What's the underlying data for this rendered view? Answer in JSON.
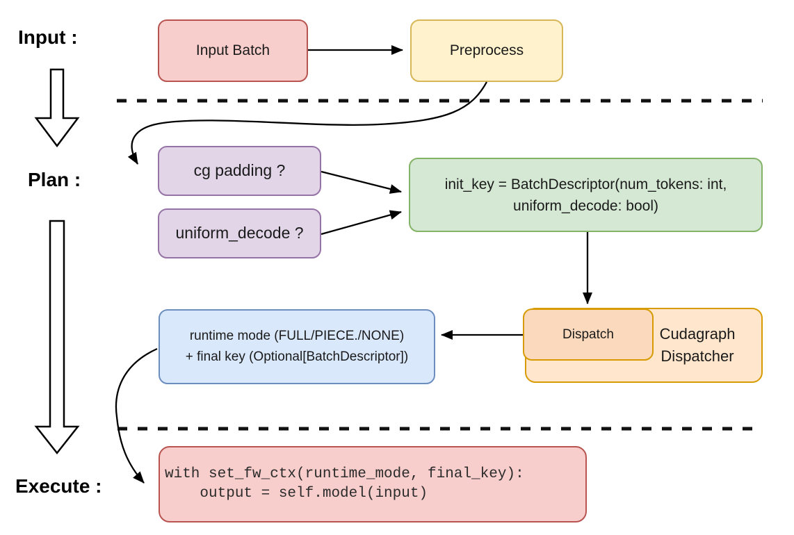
{
  "diagram": {
    "title_semantics": "cudagraph dispatch flow",
    "stages": {
      "input": {
        "label": "Input :"
      },
      "plan": {
        "label": "Plan :"
      },
      "execute": {
        "label": "Execute :"
      }
    },
    "nodes": {
      "input_batch": {
        "label": "Input Batch"
      },
      "preprocess": {
        "label": "Preprocess"
      },
      "cg_padding": {
        "label": "cg padding ?"
      },
      "uniform_decode": {
        "label": "uniform_decode ?"
      },
      "init_key": {
        "line1": "init_key = BatchDescriptor(num_tokens: int,",
        "line2": "uniform_decode: bool)"
      },
      "dispatch": {
        "label": "Dispatch"
      },
      "cudagraph_dispatcher": {
        "line1": "Cudagraph",
        "line2": "Dispatcher"
      },
      "runtime_result": {
        "line1": "runtime mode (FULL/PIECE./NONE)",
        "line2": "+ final key (Optional[BatchDescriptor])"
      },
      "execute_code": {
        "line1": "with set_fw_ctx(runtime_mode, final_key):",
        "line2": "    output = self.model(input)"
      }
    },
    "palette": {
      "red_fill": "#F8CECC",
      "red_stroke": "#B85450",
      "yellow_fill": "#FFF2CC",
      "yellow_stroke": "#D6B656",
      "purple_fill": "#E1D5E7",
      "purple_stroke": "#9673A6",
      "green_fill": "#D5E8D4",
      "green_stroke": "#82B366",
      "orange_fill": "#FFE6CC",
      "orange_stroke": "#D79B00",
      "peach_fill": "#FAD9BC",
      "blue_fill": "#DAE8FC",
      "blue_stroke": "#6C8EBF",
      "connector": "#000000"
    }
  }
}
